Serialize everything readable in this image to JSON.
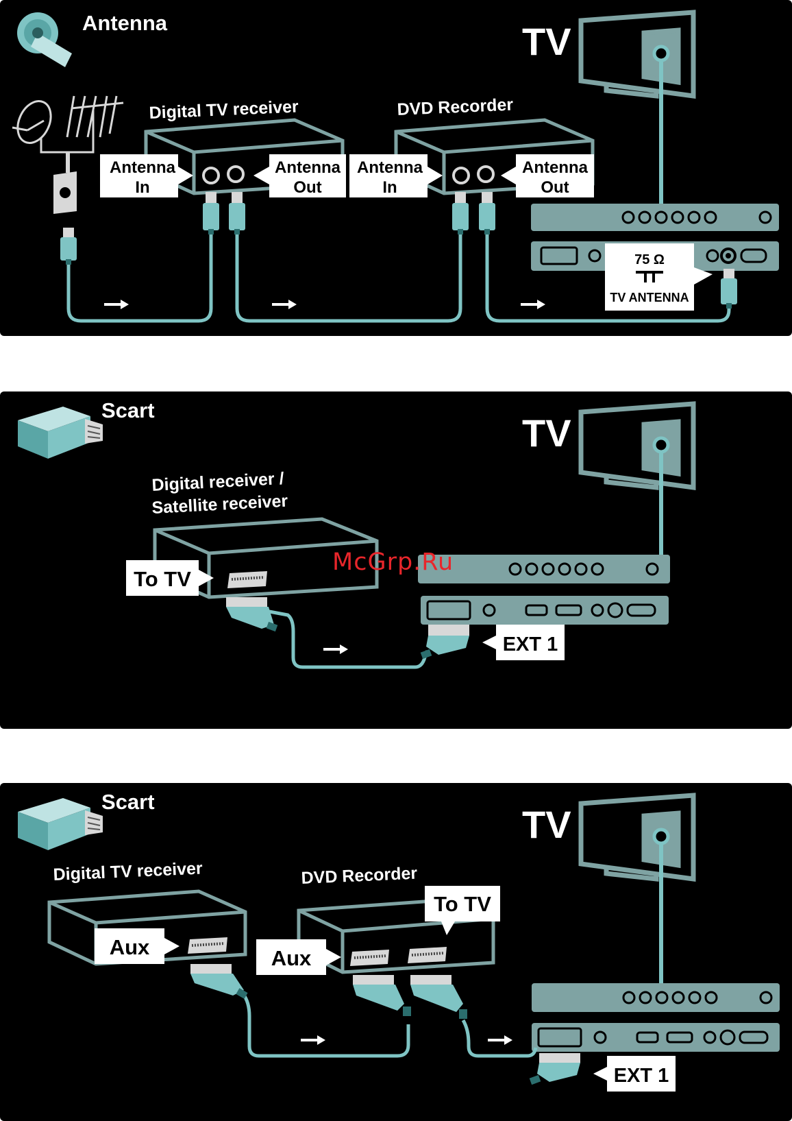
{
  "watermark": "McGrp.Ru",
  "colors": {
    "panel": "#000000",
    "teal": "#7fc4c4",
    "device": "#7fa3a3",
    "label_bg": "#ffffff",
    "text": "#ffffff"
  },
  "panels": [
    {
      "title": "Antenna",
      "icon": "antenna-plug-icon",
      "tv_label": "TV",
      "devices": [
        "Digital TV receiver",
        "DVD Recorder"
      ],
      "labels": {
        "rx_in": [
          "Antenna",
          "In"
        ],
        "rx_out": [
          "Antenna",
          "Out"
        ],
        "dvd_in": [
          "Antenna",
          "In"
        ],
        "dvd_out": [
          "Antenna",
          "Out"
        ],
        "tv_port": [
          "75 Ω",
          "TV ANTENNA"
        ]
      }
    },
    {
      "title": "Scart",
      "icon": "scart-plug-icon",
      "tv_label": "TV",
      "devices": [
        "Digital receiver /",
        "Satellite receiver"
      ],
      "labels": {
        "to_tv": "To TV",
        "ext": "EXT 1"
      }
    },
    {
      "title": "Scart",
      "icon": "scart-plug-icon",
      "tv_label": "TV",
      "devices": [
        "Digital TV receiver",
        "DVD Recorder"
      ],
      "labels": {
        "aux1": "Aux",
        "aux2": "Aux",
        "to_tv": "To TV",
        "ext": "EXT 1"
      }
    }
  ]
}
